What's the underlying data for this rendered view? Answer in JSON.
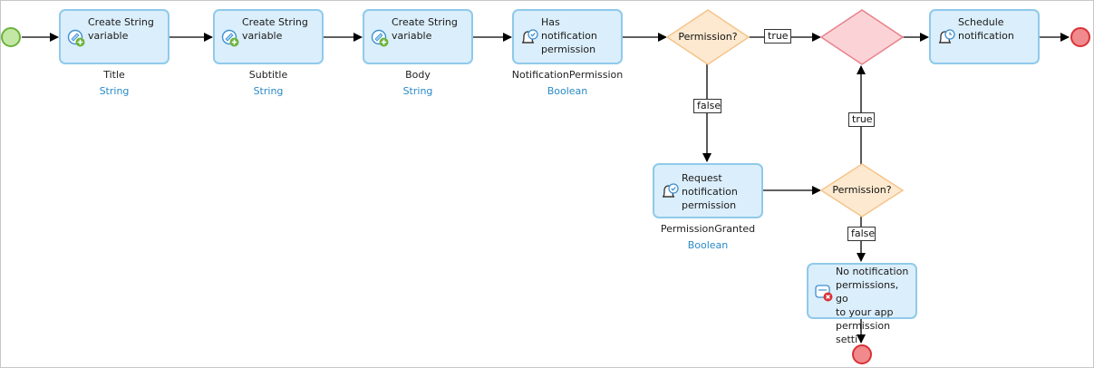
{
  "nodes": [
    {
      "id": "create-title",
      "label": "Create String\nvariable",
      "icon": "create-variable-icon",
      "var_name": "Title",
      "var_type": "String"
    },
    {
      "id": "create-subtitle",
      "label": "Create String\nvariable",
      "icon": "create-variable-icon",
      "var_name": "Subtitle",
      "var_type": "String"
    },
    {
      "id": "create-body",
      "label": "Create String\nvariable",
      "icon": "create-variable-icon",
      "var_name": "Body",
      "var_type": "String"
    },
    {
      "id": "has-permission",
      "label": "Has notification\npermission",
      "icon": "notification-check-icon",
      "var_name": "NotificationPermission",
      "var_type": "Boolean"
    },
    {
      "id": "request-permission",
      "label": "Request\nnotification\npermission",
      "icon": "notification-check-icon",
      "var_name": "PermissionGranted",
      "var_type": "Boolean"
    },
    {
      "id": "schedule",
      "label": "Schedule\nnotification",
      "icon": "notification-clock-icon"
    },
    {
      "id": "no-permission",
      "label": "No notification\npermissions, go\nto your app\npermission setti",
      "icon": "show-message-error-icon"
    }
  ],
  "gateways": [
    {
      "id": "gateway-1",
      "label": "Permission?"
    },
    {
      "id": "gateway-2",
      "label": "Permission?"
    },
    {
      "id": "merge",
      "label": ""
    }
  ],
  "edge_labels": {
    "true_top": "true",
    "false_left": "false",
    "true_right": "true",
    "false_bottom": "false"
  },
  "colors": {
    "activity_fill": "#dbeefb",
    "activity_border": "#8fcaea",
    "decision_fill": "#fde9cf",
    "decision_border": "#f5c48b",
    "merge_fill": "#fbd3d6",
    "merge_border": "#e8818a",
    "start": "#6cb33e",
    "end": "#d83237",
    "type_text": "#2b8ac6"
  }
}
